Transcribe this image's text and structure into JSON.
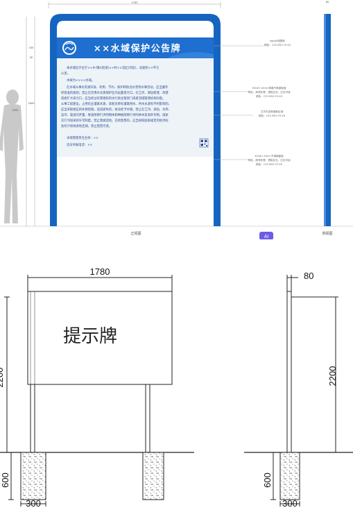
{
  "top_panel": {
    "sign": {
      "title": "××水域保护公告牌",
      "body_lines": [
        "本水域位于位于××乡(镇)(街道)××村××流区(河段)，总面积××平方",
        "公里。",
        "水域为××××水域。",
        "在水域从事水资源开发、利用、节约、保护和防治水害等水事活动，应当遵守",
        "经批准的规划；禁止在饮用水水源保护区内设置排污口。在江河、湖泊新建、改建",
        "或者扩大排污口，应当经过有管辖权的水行政主管部门或者流域管理机构同意。",
        "从事工程建设，占用农业灌溉水源、或者对原有灌溉用水、供水水源有不利影响的，",
        "应当采取相应的补救措施，造成损失的，依法给予补偿。禁止在江河、湖泊、水库、",
        "运河、渠道内弃置、堆放阻碍行洪的物体和种植阻碍行洪的林木及高秆作物。国家",
        "实行河道采砂许可制度。禁止围湖造地。已经围垦的，应当按照国家规定的防洪标",
        "准有计划地退地还湖。禁止围垦河道。"
      ],
      "footer_lines": [
        "水域管理责任主体：××",
        "违法举报电话：××"
      ]
    },
    "dims": {
      "width": "1780",
      "d150": "150",
      "d30": "30",
      "d1600": "1600",
      "d2200": "2200",
      "right_top": "80"
    },
    "annotations": [
      {
        "line1": "logo水域图标",
        "line2": "颜色：C33 M33 Y0 K0"
      },
      {
        "line1": "304#1.5mm 厚度不锈钢板面",
        "line2": "采用、烤漆处理、透射反光、日光可读",
        "line3": "颜色：C33 M33 Y0 K0"
      },
      {
        "line1": "文字内容和落款区域",
        "line2": "颜色：C33 M33 Y0 K0"
      },
      {
        "line1": "304#1.5mm 不锈钢面板",
        "line2": "采用、烤漆处理、透射反光、日光可读",
        "line3": "颜色：C33 M33 Y0 K0"
      }
    ],
    "view_labels": {
      "front": "正视图",
      "side": "侧视图"
    },
    "badge": "AI"
  },
  "bottom_panel": {
    "front": {
      "width": "1780",
      "height": "2200",
      "foundation_depth": "600",
      "foundation_width": "300",
      "board_text": "提示牌"
    },
    "side": {
      "thickness": "80",
      "height": "2200",
      "foundation_depth": "600",
      "foundation_width": "300"
    }
  },
  "colors": {
    "frame_blue": "#1565c0",
    "header_blue": "#1e6fcf",
    "board_bg": "#eef3f8",
    "human_gray": "#c8c8c8",
    "line_dark": "#222222"
  }
}
